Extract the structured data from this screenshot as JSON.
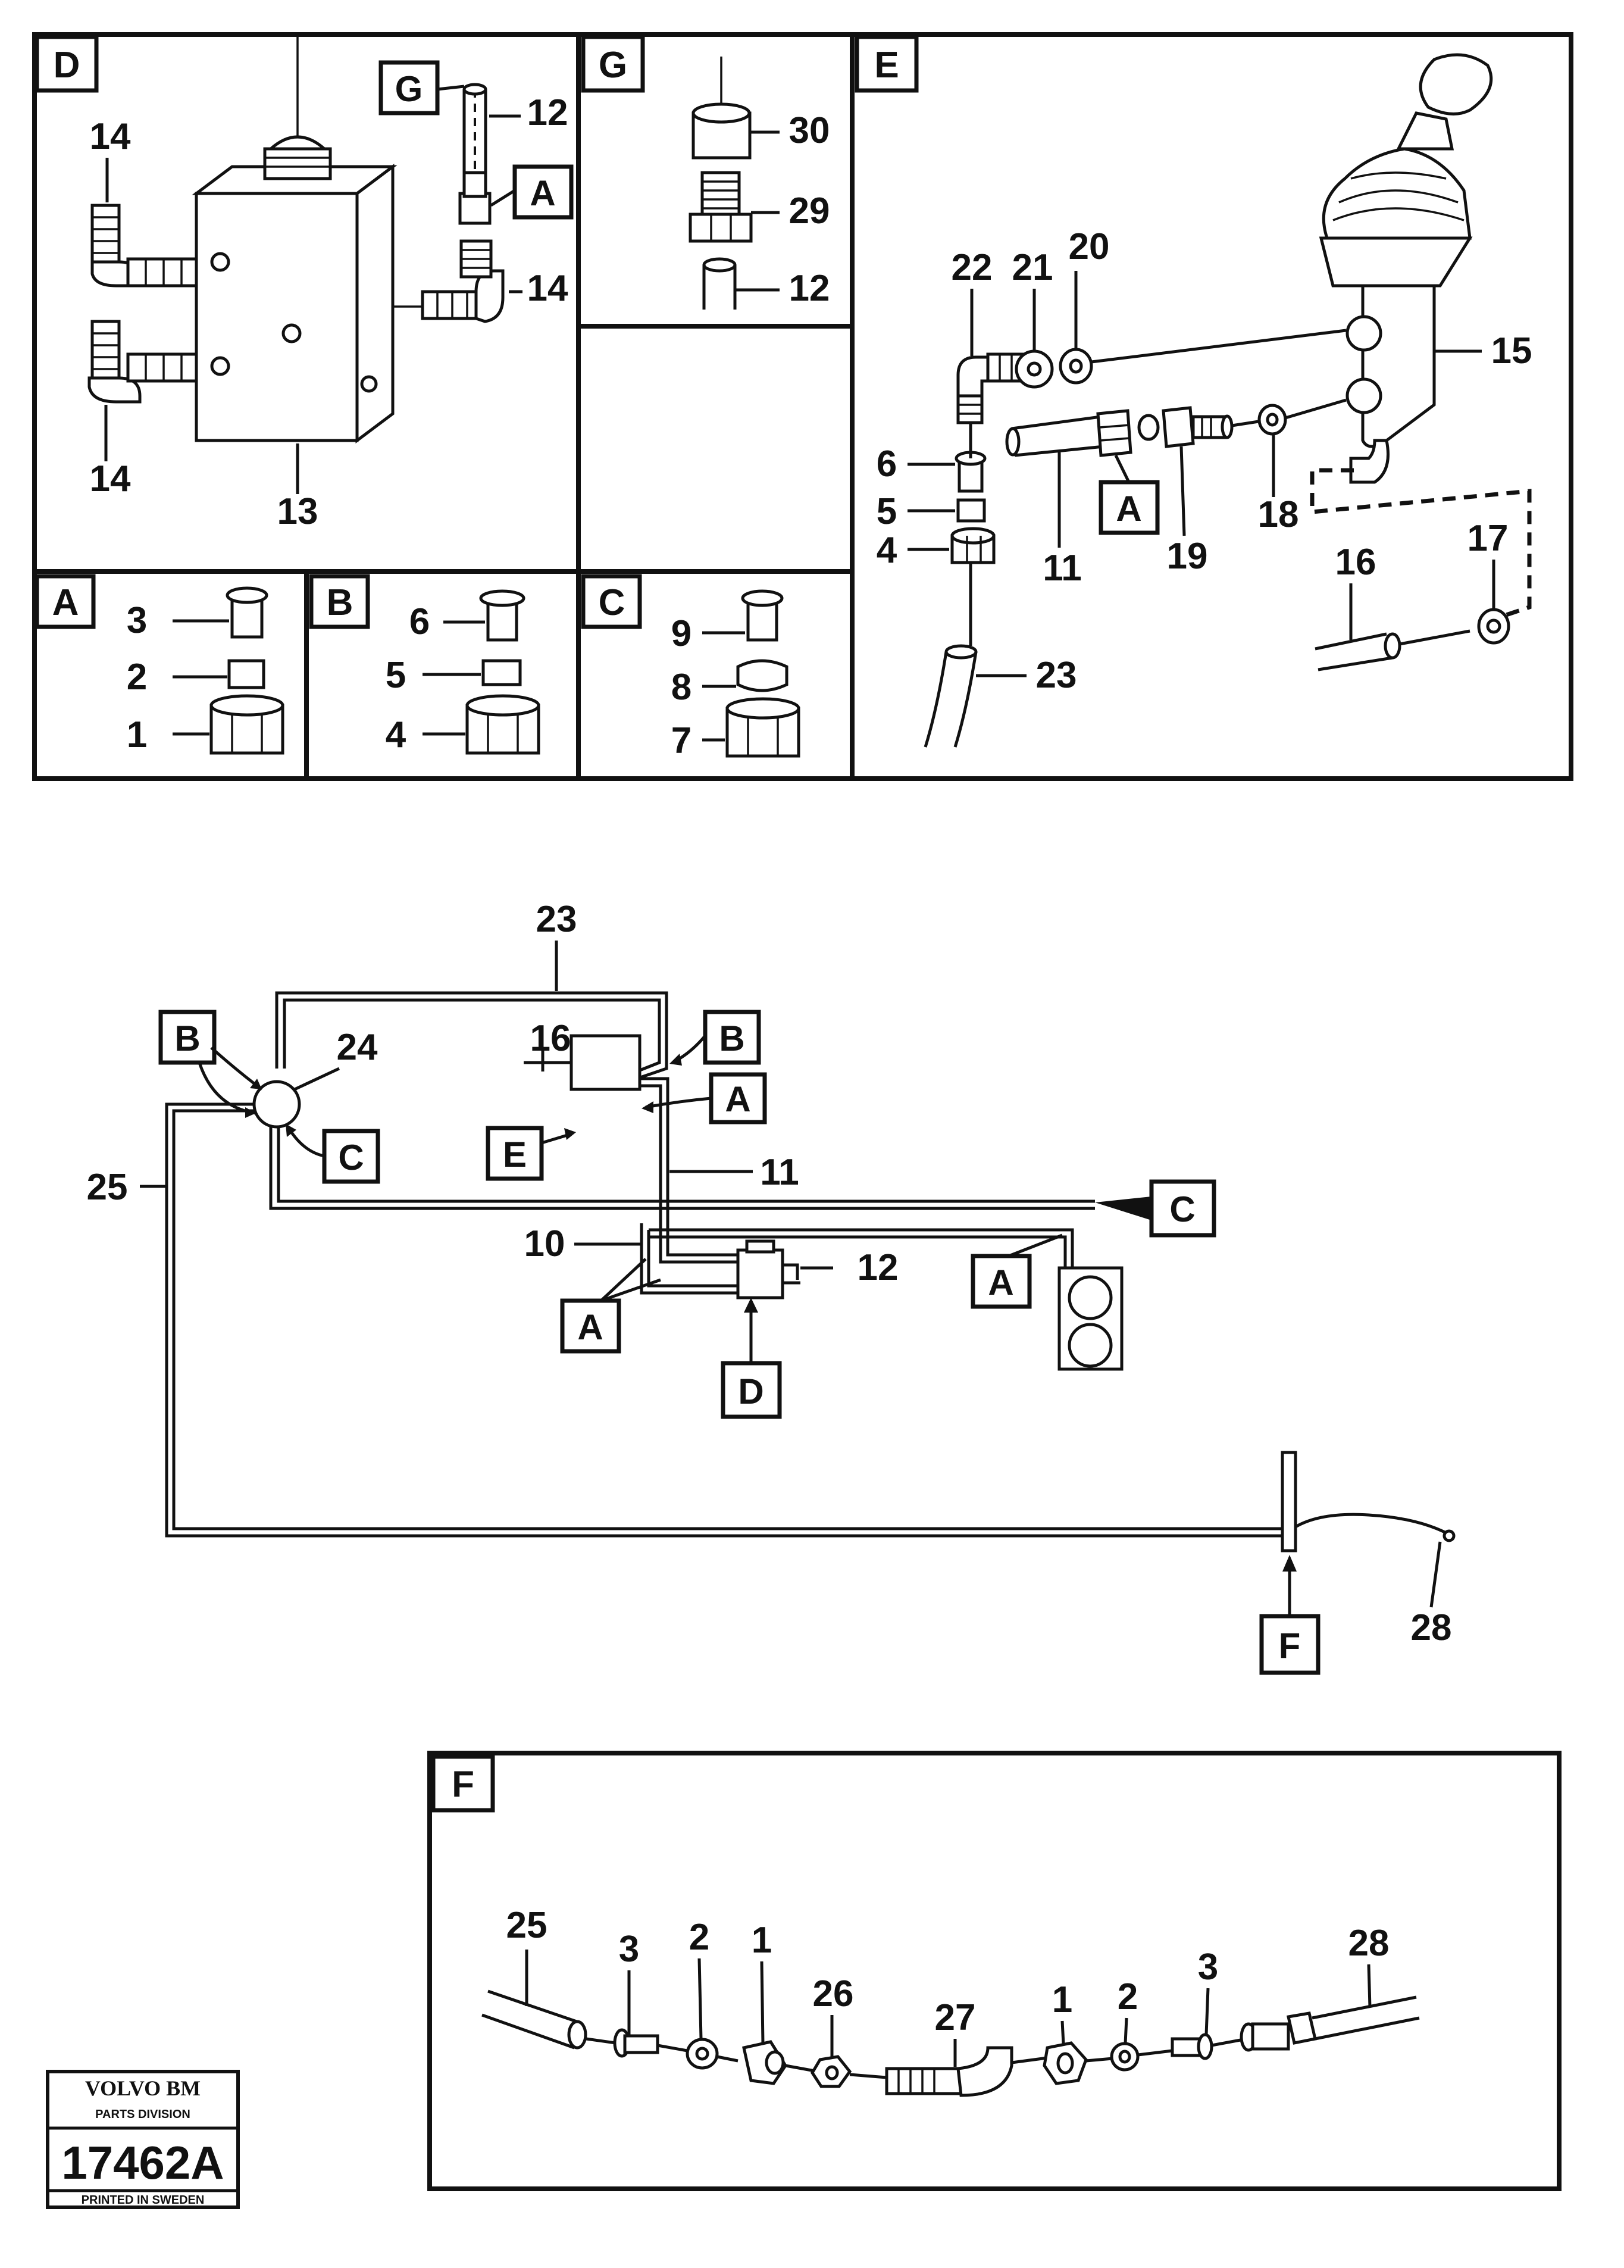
{
  "panels": {
    "D": {
      "label": "D",
      "callouts": {
        "p14a": "14",
        "p14b": "14",
        "p14c": "14",
        "p13": "13",
        "p12": "12"
      },
      "refs": {
        "g": "G",
        "a": "A"
      }
    },
    "G": {
      "label": "G",
      "callouts": {
        "p30": "30",
        "p29": "29",
        "p12": "12"
      }
    },
    "E": {
      "label": "E",
      "callouts": {
        "p22": "22",
        "p21": "21",
        "p20": "20",
        "p15": "15",
        "p6": "6",
        "p5": "5",
        "p4": "4",
        "p11": "11",
        "p19": "19",
        "p18": "18",
        "p16": "16",
        "p17": "17",
        "p23": "23"
      },
      "refs": {
        "a": "A"
      }
    },
    "A": {
      "label": "A",
      "callouts": {
        "p3": "3",
        "p2": "2",
        "p1": "1"
      }
    },
    "B": {
      "label": "B",
      "callouts": {
        "p6": "6",
        "p5": "5",
        "p4": "4"
      }
    },
    "C": {
      "label": "C",
      "callouts": {
        "p9": "9",
        "p8": "8",
        "p7": "7"
      }
    },
    "F": {
      "label": "F",
      "callouts": {
        "p25": "25",
        "p3a": "3",
        "p2a": "2",
        "p1a": "1",
        "p26": "26",
        "p27": "27",
        "p1b": "1",
        "p2b": "2",
        "p3b": "3",
        "p28": "28"
      }
    }
  },
  "schematic": {
    "callouts": {
      "p23": "23",
      "p24": "24",
      "p16": "16",
      "p11": "11",
      "p25": "25",
      "p10": "10",
      "p12": "12",
      "p28": "28"
    },
    "refs": {
      "b1": "B",
      "b2": "B",
      "c1": "C",
      "c2": "C",
      "a1": "A",
      "a2": "A",
      "a3": "A",
      "e": "E",
      "d": "D",
      "f": "F"
    }
  },
  "stamp": {
    "brand": "VOLVO BM",
    "division": "PARTS DIVISION",
    "number": "17462A",
    "printed": "PRINTED IN SWEDEN"
  }
}
